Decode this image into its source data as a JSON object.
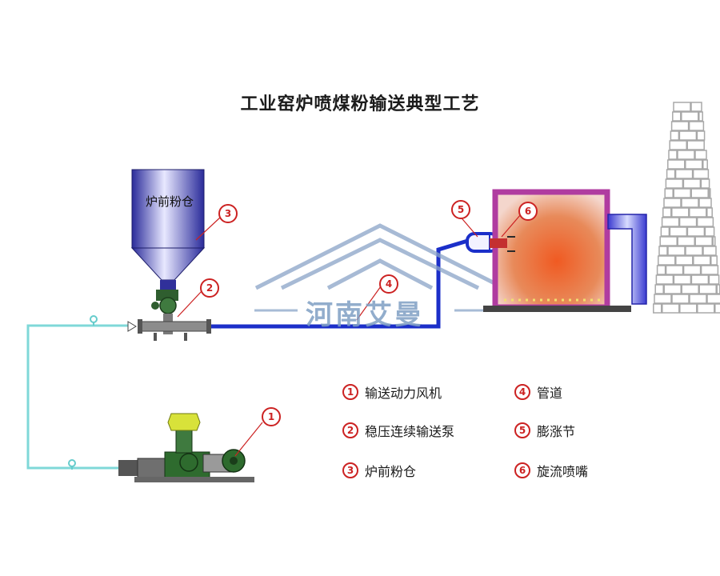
{
  "title": "工业窑炉喷煤粉输送典型工艺",
  "hopper_label": "炉前粉仓",
  "watermark": "河南艾曼",
  "callouts": [
    "1",
    "2",
    "3",
    "4",
    "5",
    "6"
  ],
  "legend": [
    {
      "num": "1",
      "label": "输送动力风机"
    },
    {
      "num": "2",
      "label": "稳压连续输送泵"
    },
    {
      "num": "3",
      "label": "炉前粉仓"
    },
    {
      "num": "4",
      "label": "管道"
    },
    {
      "num": "5",
      "label": "膨涨节"
    },
    {
      "num": "6",
      "label": "旋流喷嘴"
    }
  ],
  "colors": {
    "air_line": "#7fd8d8",
    "conveying_pipe": "#1b2fc9",
    "hopper": "#3d3fb8",
    "kiln_wall": "#b03ca0",
    "kiln_fire": "#e06a2e",
    "chimney_brick": "#b8b8b8",
    "callout_red": "#cc2222"
  }
}
